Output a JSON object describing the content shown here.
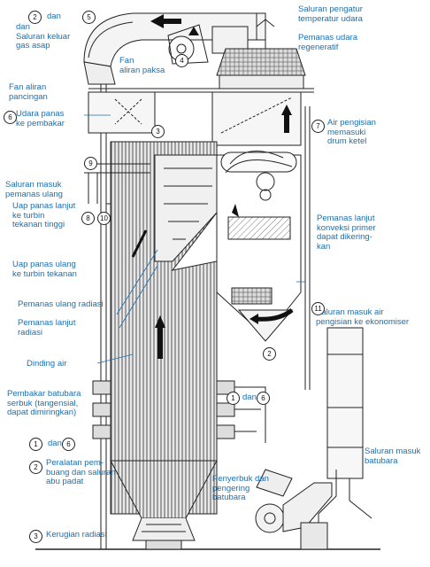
{
  "labels": {
    "dan_saluran_keluar": "dan\nSaluran keluar\ngas asap",
    "dan_word": "dan",
    "fan_aliran_paksa": "Fan\naliran paksa",
    "fan_aliran_pancingan": "Fan aliran\npancingan",
    "udara_panas": "Udara panas\nke pembakar",
    "saluran_pengatur": "Saluran pengatur\ntemperatur udara",
    "pemanas_udara": "Pemanas udara\nregeneratif",
    "air_pengisian": "Air pengisian\nmemasuki\ndrum ketel",
    "saluran_masuk_pemanas": "Saluran masuk\npemanas ulang",
    "uap_panas_lanjut": "Uap panas lanjut\nke turbin\ntekanan tinggi",
    "uap_panas_ulang": "Uap panas ulang\nke turbin tekanan",
    "pemanas_ulang_radiasi": "Pemanas ulang radiasi",
    "pemanas_lanjut_radiasi": "Pemanas lanjut\nradiasi",
    "dinding_air": "Dinding air",
    "pemanas_lanjut_konveksi": "Pemanas lanjut\nkonveksi primer\ndapat dikering-\nkan",
    "saluran_masuk_air": "Saluran masuk air\npengisian ke ekonomiser",
    "pembakar_batubara": "Pembakar batubara\nserbuk (tangensial,\ndapat dimiringkan)",
    "peralatan_pembuang": "Peralatan pem-\nbuang dan saluran\nabu padat",
    "kerugian_radiasi": "Kerugian radiasi",
    "penyerbuk": "Penyerbuk dan\npengering\nbatubara",
    "saluran_masuk_batubara": "Saluran masuk\nbatubara"
  },
  "numbers": {
    "n1_left": "1",
    "n6_left": "6",
    "n2_top": "2",
    "n5_top": "5",
    "n4_fan": "4",
    "n6_udara": "6",
    "n3_mid": "3",
    "n7": "7",
    "n9": "9",
    "n8": "8",
    "n10": "10",
    "n11": "11",
    "n2_hopper": "2",
    "n1_right": "1",
    "n6_right": "6",
    "n2_bottom": "2",
    "n3_bottom": "3"
  },
  "colors": {
    "label": "#1a6fb0",
    "line": "#222222"
  }
}
